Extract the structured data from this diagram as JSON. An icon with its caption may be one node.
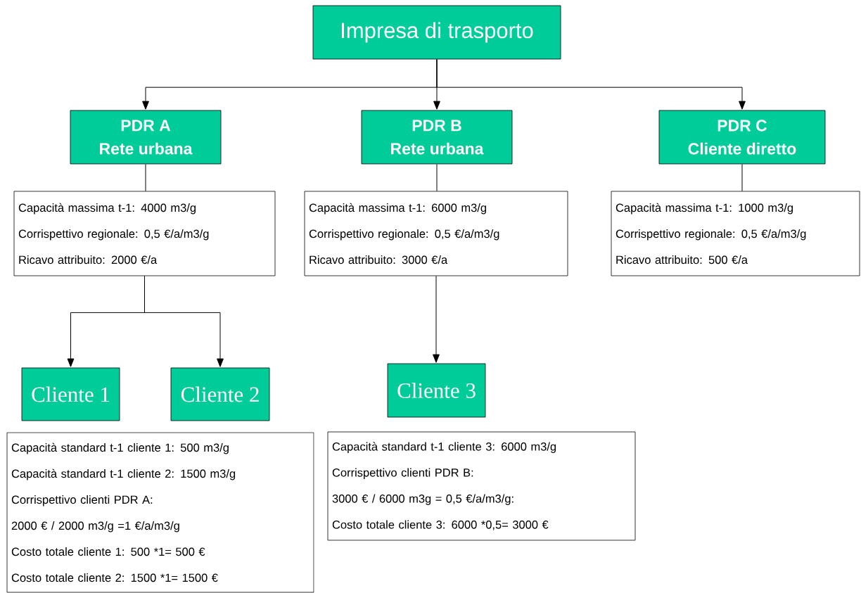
{
  "diagram": {
    "nodes": [
      {
        "text": [
          "Impresa di trasporto"
        ]
      },
      {
        "text": [
          "PDR A",
          "Rete urbana"
        ]
      },
      {
        "text": [
          "PDR B",
          "Rete urbana"
        ]
      },
      {
        "text": [
          "PDR C",
          "Cliente diretto"
        ]
      },
      {
        "text": [
          "Capacità massima t-1: 4000 m3/g",
          "Corrispettivo regionale: 0,5 €/a/m3/g",
          "Ricavo attribuito:  2000 €/a"
        ]
      },
      {
        "text": [
          "Capacità massima t-1: 6000 m3/g",
          "Corrispettivo regionale: 0,5 €/a/m3/g",
          "Ricavo attribuito:  3000 €/a"
        ]
      },
      {
        "text": [
          "Capacità massima t-1: 1000 m3/g",
          "Corrispettivo regionale: 0,5 €/a/m3/g",
          "Ricavo attribuito:  500 €/a"
        ]
      },
      {
        "text": [
          "Cliente 1"
        ]
      },
      {
        "text": [
          "Cliente 2"
        ]
      },
      {
        "text": [
          "Cliente 3"
        ]
      },
      {
        "text": [
          "Capacità standard  t-1 cliente 1: 500  m3/g",
          "Capacità standard  t-1 cliente 2: 1500 m3/g",
          "Corrispettivo clienti PDR A:",
          "2000 € / 2000 m3/g =1 €/a/m3/g",
          "Costo totale cliente 1: 500 *1= 500 €",
          "Costo totale cliente 2: 1500 *1= 1500 €"
        ]
      },
      {
        "text": [
          "Capacità standard t-1 cliente 3: 6000 m3/g",
          "Corrispettivo clienti PDR B:",
          "3000 € / 6000 m3g =  0,5 €/a/m3/g:",
          "Costo totale cliente 3: 6000 *0,5= 3000 €"
        ]
      }
    ],
    "edges": [
      {
        "from": 0,
        "to": 1,
        "arrow": "to"
      },
      {
        "from": 0,
        "to": 2,
        "arrow": "to"
      },
      {
        "from": 0,
        "to": 3,
        "arrow": "to"
      },
      {
        "from": 1,
        "to": 4,
        "arrow": "none"
      },
      {
        "from": 2,
        "to": 5,
        "arrow": "none"
      },
      {
        "from": 3,
        "to": 6,
        "arrow": "none"
      },
      {
        "from": 4,
        "to": 7,
        "arrow": "to"
      },
      {
        "from": 4,
        "to": 8,
        "arrow": "to"
      },
      {
        "from": 5,
        "to": 9,
        "arrow": "to"
      }
    ]
  }
}
